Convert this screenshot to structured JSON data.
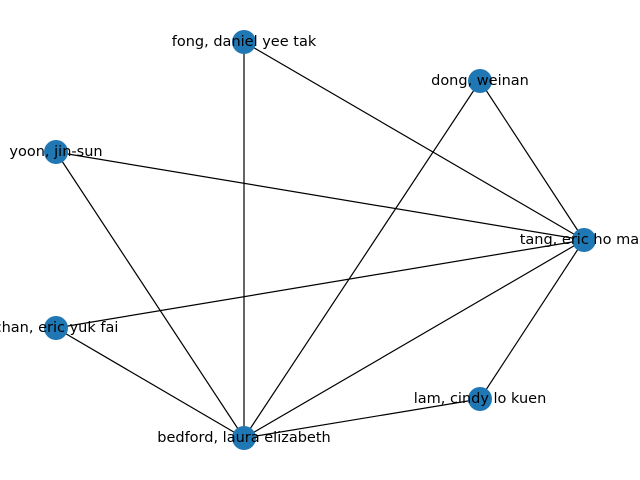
{
  "graph": {
    "node_color": "#1f77b4",
    "edge_color": "#000000",
    "nodes": [
      {
        "id": "fong",
        "label": "fong, daniel yee tak"
      },
      {
        "id": "dong",
        "label": "dong, weinan"
      },
      {
        "id": "yoon",
        "label": "yoon, jin-sun"
      },
      {
        "id": "tang",
        "label": "tang, eric ho man"
      },
      {
        "id": "chan",
        "label": "chan, eric yuk fai"
      },
      {
        "id": "lam",
        "label": "lam, cindy lo kuen"
      },
      {
        "id": "bedford",
        "label": "bedford, laura elizabeth"
      }
    ],
    "edges": [
      [
        "fong",
        "tang"
      ],
      [
        "fong",
        "bedford"
      ],
      [
        "dong",
        "tang"
      ],
      [
        "dong",
        "bedford"
      ],
      [
        "yoon",
        "tang"
      ],
      [
        "yoon",
        "bedford"
      ],
      [
        "chan",
        "tang"
      ],
      [
        "chan",
        "bedford"
      ],
      [
        "tang",
        "bedford"
      ],
      [
        "tang",
        "lam"
      ],
      [
        "lam",
        "bedford"
      ]
    ]
  }
}
